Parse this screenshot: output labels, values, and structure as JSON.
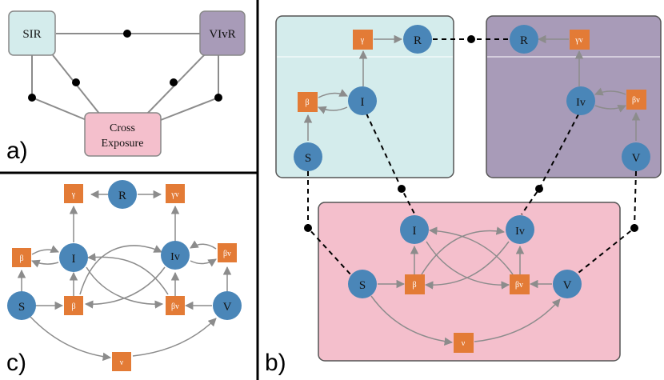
{
  "panel_labels": {
    "a": "a)",
    "b": "b)",
    "c": "c)"
  },
  "panel_a": {
    "sir": "SIR",
    "vivr": "VIvR",
    "cross_line1": "Cross",
    "cross_line2": "Exposure"
  },
  "nodes": {
    "S": "S",
    "I": "I",
    "R": "R",
    "Iv": "Iv",
    "V": "V"
  },
  "rates": {
    "beta": "β",
    "beta_v": "βv",
    "gamma": "γ",
    "gamma_v": "γv",
    "nu": "ν"
  },
  "colors": {
    "sir_fill": "#d4ecec",
    "vivr_fill": "#a89bb8",
    "cross_fill": "#f4bfcc",
    "node_blue": "#4a86b8",
    "rate_orange": "#e37b36",
    "edge_gray": "#8c8c8c"
  }
}
